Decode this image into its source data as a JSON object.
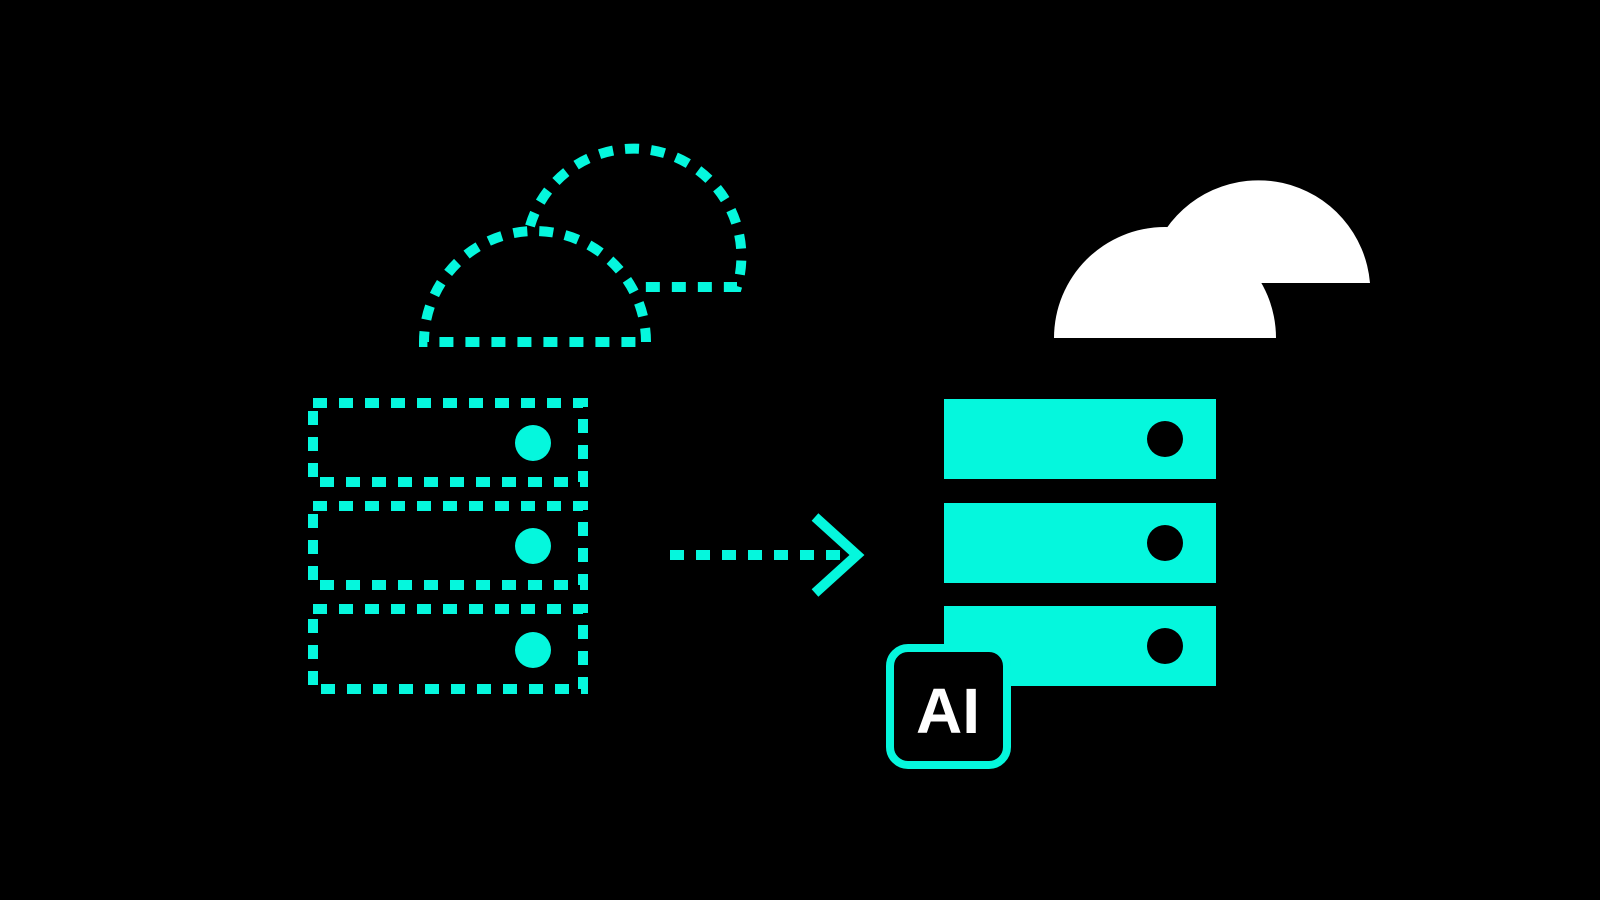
{
  "colors": {
    "background": "#000000",
    "accent": "#05F7DD",
    "cloud": "#FFFFFF",
    "dot": "#000000",
    "badge_fill": "#000000",
    "badge_text": "#FFFFFF"
  },
  "source": {
    "icon": "server-rack-dashed",
    "cloud_icon": "cloud-dashed",
    "rack_units": 3
  },
  "transition": {
    "icon": "dashed-arrow-right"
  },
  "target": {
    "icon": "server-rack-solid",
    "cloud_icon": "cloud-solid",
    "rack_units": 3,
    "badge": {
      "label": "AI"
    }
  }
}
